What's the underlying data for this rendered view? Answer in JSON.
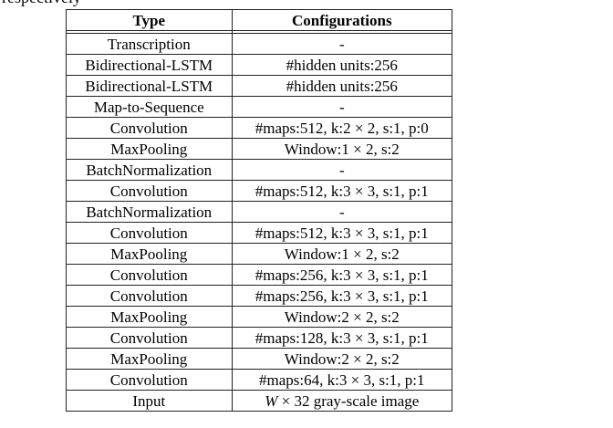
{
  "header_fragment": "respectively",
  "table": {
    "columns": [
      "Type",
      "Configurations"
    ],
    "rows": [
      {
        "type": "Transcription",
        "config": "-"
      },
      {
        "type": "Bidirectional-LSTM",
        "config": "#hidden units:256"
      },
      {
        "type": "Bidirectional-LSTM",
        "config": "#hidden units:256"
      },
      {
        "type": "Map-to-Sequence",
        "config": "-"
      },
      {
        "type": "Convolution",
        "config": "#maps:512, k:2 × 2, s:1, p:0"
      },
      {
        "type": "MaxPooling",
        "config": "Window:1 × 2, s:2"
      },
      {
        "type": "BatchNormalization",
        "config": "-"
      },
      {
        "type": "Convolution",
        "config": "#maps:512, k:3 × 3, s:1, p:1"
      },
      {
        "type": "BatchNormalization",
        "config": "-"
      },
      {
        "type": "Convolution",
        "config": "#maps:512, k:3 × 3, s:1, p:1"
      },
      {
        "type": "MaxPooling",
        "config": "Window:1 × 2, s:2"
      },
      {
        "type": "Convolution",
        "config": "#maps:256, k:3 × 3, s:1, p:1"
      },
      {
        "type": "Convolution",
        "config": "#maps:256, k:3 × 3, s:1, p:1"
      },
      {
        "type": "MaxPooling",
        "config": "Window:2 × 2, s:2"
      },
      {
        "type": "Convolution",
        "config": "#maps:128, k:3 × 3, s:1, p:1"
      },
      {
        "type": "MaxPooling",
        "config": "Window:2 × 2, s:2"
      },
      {
        "type": "Convolution",
        "config": "#maps:64, k:3 × 3, s:1, p:1"
      },
      {
        "type": "Input",
        "config_prefix": "W",
        "config": " × 32 gray-scale image"
      }
    ]
  }
}
